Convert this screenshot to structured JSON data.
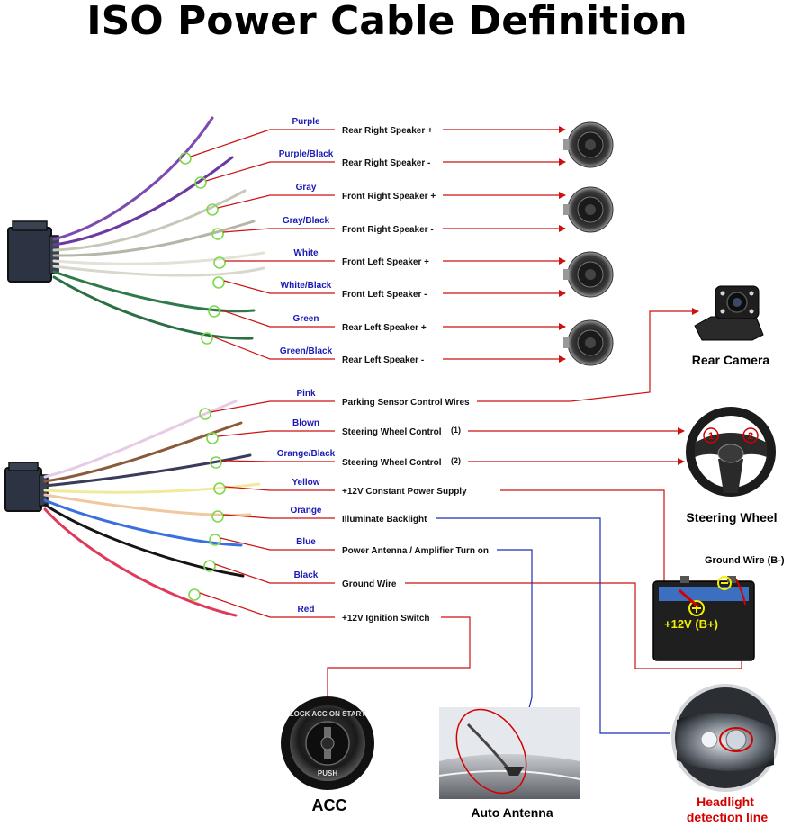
{
  "title": "ISO Power Cable Definition",
  "speaker_group": {
    "wires": [
      {
        "color": "Purple",
        "function": "Rear Right Speaker +"
      },
      {
        "color": "Purple/Black",
        "function": "Rear Right Speaker -"
      },
      {
        "color": "Gray",
        "function": "Front Right Speaker +"
      },
      {
        "color": "Gray/Black",
        "function": "Front Right Speaker -"
      },
      {
        "color": "White",
        "function": "Front Left Speaker +"
      },
      {
        "color": "White/Black",
        "function": "Front Left Speaker -"
      },
      {
        "color": "Green",
        "function": "Rear Left Speaker +"
      },
      {
        "color": "Green/Black",
        "function": "Rear Left Speaker -"
      }
    ]
  },
  "power_group": {
    "wires": [
      {
        "color": "Pink",
        "function": "Parking Sensor Control Wires"
      },
      {
        "color": "Blown",
        "function": "Steering Wheel Control",
        "suffix": "(1)"
      },
      {
        "color": "Orange/Black",
        "function": "Steering Wheel Control",
        "suffix": "(2)"
      },
      {
        "color": "Yellow",
        "function": "+12V Constant Power Supply"
      },
      {
        "color": "Orange",
        "function": "Illuminate Backlight"
      },
      {
        "color": "Blue",
        "function": "Power Antenna / Amplifier Turn on"
      },
      {
        "color": "Black",
        "function": "Ground Wire"
      },
      {
        "color": "Red",
        "function": "+12V  Ignition Switch"
      }
    ]
  },
  "devices": {
    "rear_camera": "Rear Camera",
    "steering_wheel": "Steering Wheel",
    "ground_wire": "Ground Wire (B-)",
    "battery_label": "+12V  (B+)",
    "acc": "ACC",
    "auto_antenna": "Auto Antenna",
    "headlight_line1": "Headlight",
    "headlight_line2": "detection line"
  },
  "colors": {
    "leader_line": "#cc1111",
    "blue_line": "#1a2fb8",
    "wire_label": "#1b1bb4",
    "marker": "#7dd84a"
  }
}
